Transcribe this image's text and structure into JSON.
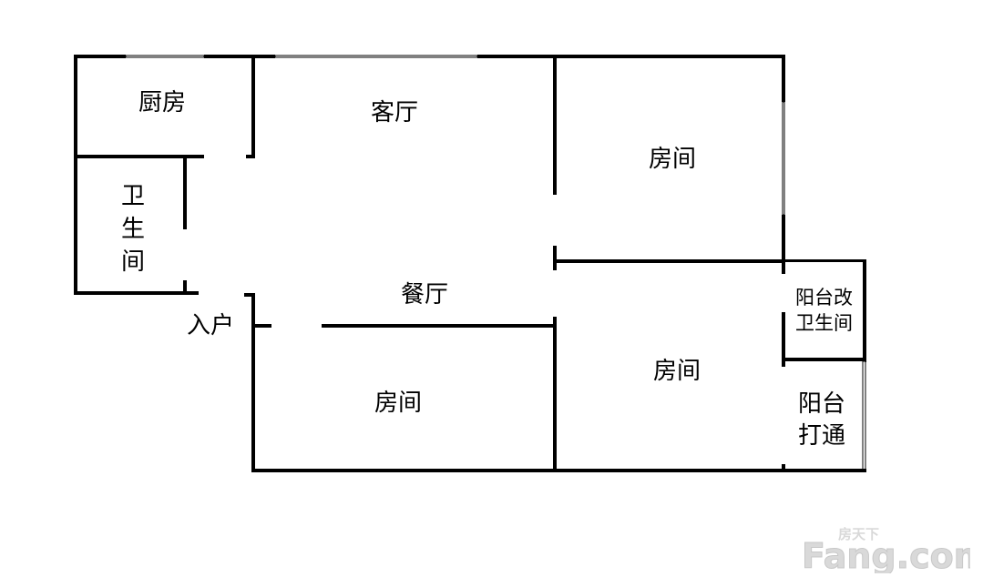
{
  "rooms": {
    "kitchen": "厨房",
    "living_room": "客厅",
    "bedroom_ne": "房间",
    "bathroom_line1": "卫",
    "bathroom_line2": "生",
    "bathroom_line3": "间",
    "dining_room": "餐厅",
    "entrance": "入户",
    "bedroom_sw": "房间",
    "bedroom_se": "房间",
    "balcony_bath_line1": "阳台改",
    "balcony_bath_line2": "卫生间",
    "balcony_line1": "阳台",
    "balcony_line2": "打通"
  },
  "watermark": {
    "logo": "Fang.com",
    "logo_cn": "房天下"
  }
}
